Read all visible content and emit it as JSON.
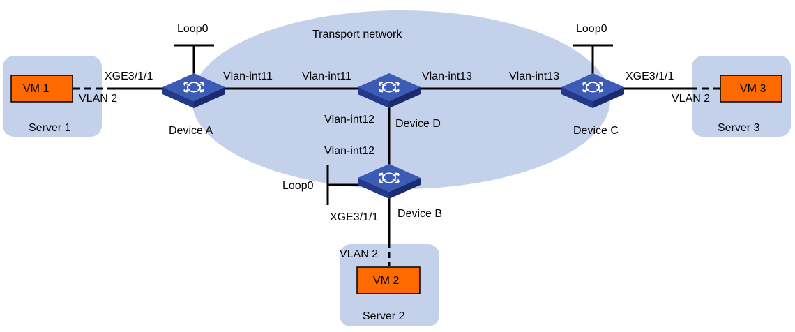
{
  "colors": {
    "cloud": "#c4d1ea",
    "server_bg": "#c4d1ea",
    "vm_fill": "#ff6a00",
    "vm_border": "#000000",
    "device_top": "#3b5bb5",
    "device_side": "#1f3480",
    "device_glyph": "#ffffff",
    "link": "#000000"
  },
  "network": {
    "label": "Transport network"
  },
  "devices": {
    "a": {
      "label": "Device A",
      "icon": "switch-icon"
    },
    "b": {
      "label": "Device B",
      "icon": "switch-icon"
    },
    "c": {
      "label": "Device C",
      "icon": "switch-icon"
    },
    "d": {
      "label": "Device D",
      "icon": "switch-icon"
    }
  },
  "servers": {
    "s1": {
      "label": "Server 1",
      "vm": "VM 1"
    },
    "s2": {
      "label": "Server 2",
      "vm": "VM 2"
    },
    "s3": {
      "label": "Server 3",
      "vm": "VM 3"
    }
  },
  "loopbacks": {
    "a": "Loop0",
    "b": "Loop0",
    "c": "Loop0"
  },
  "interfaces": {
    "a_xge": "XGE3/1/1",
    "a_vlan": "VLAN 2",
    "a_vlanint": "Vlan-int11",
    "d_vlanint11": "Vlan-int11",
    "d_vlanint13": "Vlan-int13",
    "d_vlanint12": "Vlan-int12",
    "c_vlanint": "Vlan-int13",
    "c_xge": "XGE3/1/1",
    "c_vlan": "VLAN 2",
    "b_vlanint": "Vlan-int12",
    "b_xge": "XGE3/1/1",
    "b_vlan": "VLAN 2"
  }
}
